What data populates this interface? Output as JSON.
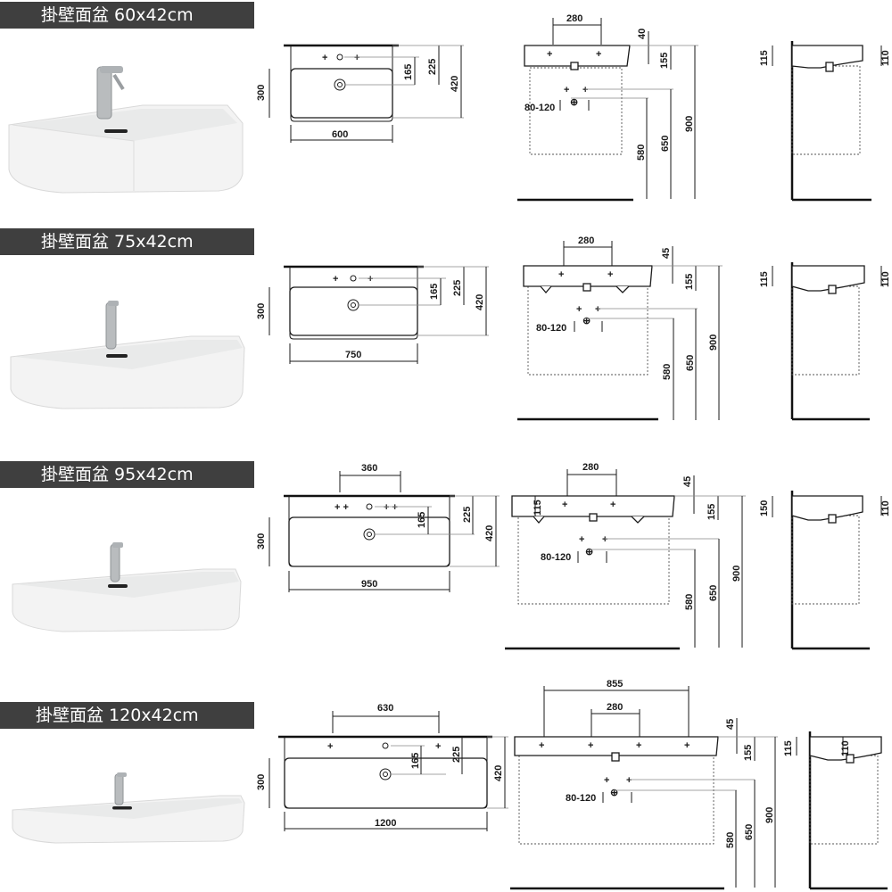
{
  "products": [
    {
      "title": "掛壁面盆 60x42cm",
      "plan": {
        "width": "600",
        "depth": "300",
        "tap_offset": "165",
        "rim_depth": "225",
        "total_depth": "420"
      },
      "front": {
        "hole_spacing": "280",
        "rim_height": "40",
        "bowl_height": "155",
        "trap_range": "80-120",
        "h_580": "580",
        "h_650": "650",
        "h_900": "900"
      },
      "side": {
        "left_height": "115",
        "right_height": "110"
      }
    },
    {
      "title": "掛壁面盆 75x42cm",
      "plan": {
        "width": "750",
        "depth": "300",
        "tap_offset": "165",
        "rim_depth": "225",
        "total_depth": "420"
      },
      "front": {
        "hole_spacing": "280",
        "rim_height": "45",
        "bowl_height": "155",
        "trap_range": "80-120",
        "h_580": "580",
        "h_650": "650",
        "h_900": "900"
      },
      "side": {
        "left_height": "115",
        "right_height": "110"
      }
    },
    {
      "title": "掛壁面盆 95x42cm",
      "plan": {
        "width": "950",
        "depth": "300",
        "tap_offset": "165",
        "rim_depth": "225",
        "total_depth": "420",
        "tap_spacing": "360"
      },
      "front": {
        "hole_spacing": "280",
        "rim_height": "45",
        "bowl_height": "155",
        "inner_height": "115",
        "trap_range": "80-120",
        "h_580": "580",
        "h_650": "650",
        "h_900": "900"
      },
      "side": {
        "left_height": "150",
        "right_height": "110"
      }
    },
    {
      "title": "掛壁面盆 120x42cm",
      "plan": {
        "width": "1200",
        "depth": "300",
        "tap_offset": "165",
        "rim_depth": "225",
        "total_depth": "420",
        "tap_spacing": "630"
      },
      "front": {
        "outer_spacing": "855",
        "hole_spacing": "280",
        "rim_height": "45",
        "bowl_height": "155",
        "trap_range": "80-120",
        "h_580": "580",
        "h_650": "650",
        "h_900": "900"
      },
      "side": {
        "left_height": "115",
        "right_height": "110"
      }
    }
  ],
  "icons": {
    "photo": "washbasin-photo",
    "faucet": "faucet-icon"
  }
}
